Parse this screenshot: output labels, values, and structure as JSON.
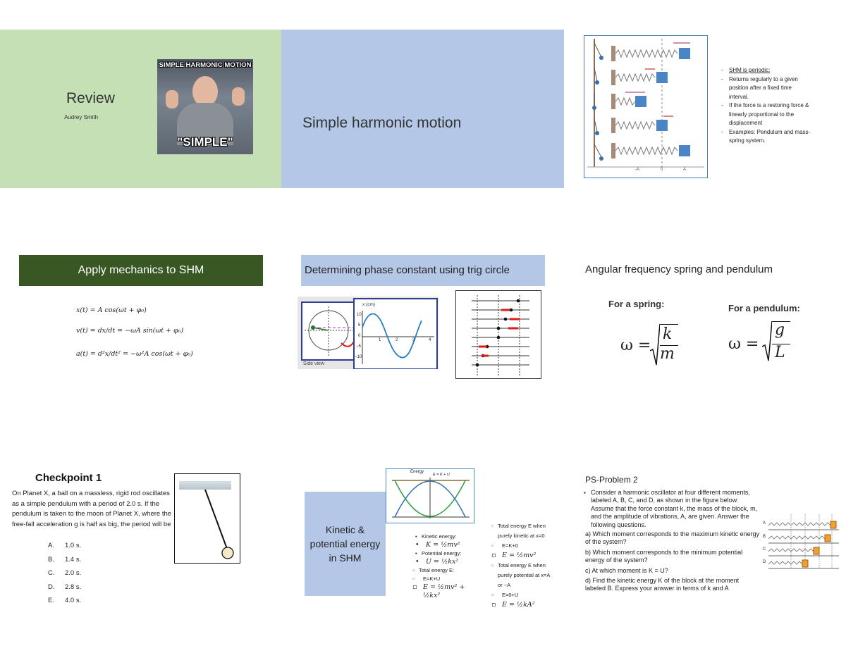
{
  "slide1": {
    "title": "Review",
    "author": "Audrey Smith",
    "meme_top": "SIMPLE HARMONIC MOTION",
    "meme_bottom": "\"SIMPLE\""
  },
  "slide2": {
    "title": "Simple harmonic motion"
  },
  "slide3": {
    "bullets": [
      "SHM is periodic:",
      "Returns regularly to a given position after a fixed time interval.",
      "If the force is a restoring force & linearly proportional to the displacement",
      "Examples: Pendulum and mass-spring system."
    ],
    "axis_ticks": [
      "-A",
      "0",
      "A"
    ]
  },
  "slide4": {
    "title": "Apply mechanics to SHM",
    "eq1": "x(t) = A cos(ωt + φ₀)",
    "eq2": "v(t) = dx/dt = −ωA sin(ωt + φ₀)",
    "eq3": "a(t) = d²x/dt² = −ω²A cos(ωt + φ₀)"
  },
  "slide5": {
    "title": "Determining phase constant using trig circle",
    "side_view": "Side view",
    "xcm": "x (cm)",
    "ticks_y": [
      "10",
      "5",
      "0",
      "−5",
      "−10"
    ],
    "ticks_x": [
      "1",
      "2",
      "3",
      "4"
    ]
  },
  "slide6": {
    "title": "Angular frequency spring and pendulum",
    "spring_label": "For a spring:",
    "pendulum_label": "For a pendulum:",
    "spring_num": "k",
    "spring_den": "m",
    "pendulum_num": "g",
    "pendulum_den": "L"
  },
  "slide7": {
    "title": "Checkpoint 1",
    "question": "On Planet X, a ball on a massless, rigid rod oscillates as a simple pendulum with a period of 2.0 s. If the pendulum is taken to the moon of Planet X, where the free-fall acceleration g is half as big, the period will be",
    "options": [
      {
        "letter": "A.",
        "text": "1.0 s."
      },
      {
        "letter": "B.",
        "text": "1.4 s."
      },
      {
        "letter": "C.",
        "text": "2.0 s."
      },
      {
        "letter": "D.",
        "text": "2.8 s."
      },
      {
        "letter": "E.",
        "text": "4.0 s."
      }
    ]
  },
  "slide8": {
    "title": "Kinetic & potential energy in SHM",
    "left_items": [
      "Kinetic energy:",
      "K = ½mv²",
      "Potential energy:",
      "U = ½kx²",
      "Total energy E:",
      "E=K+U",
      "E = ½mv² + ½kx²"
    ],
    "right_items": [
      "Total energy E when purely kinetic at x=0",
      "E=K+0",
      "E = ½mv²",
      "Total energy E when purely potential at x=A or −A",
      "E=0+U",
      "E = ½kA²"
    ],
    "chart_energy": "Energy",
    "chart_e": "E = K + U"
  },
  "slide9": {
    "title": "PS-Problem 2",
    "intro": "Consider a harmonic oscillator at four different moments, labeled A, B, C, and D, as shown in the figure below. Assume that the force constant k, the mass of the block, m, and the amplitude of vibrations, A, are given. Answer the following questions.",
    "qa": "a) Which moment corresponds to the maximum kinetic energy of the system?",
    "qb": "b) Which moment corresponds to the minimum potential energy of the system?",
    "qc": "c) At which moment is K = U?",
    "qd": "d) Find the kinetic energy K of the block at the moment labeled B. Express your answer in terms of k and A",
    "fig_labels": [
      "A",
      "B",
      "C",
      "D"
    ]
  },
  "colors": {
    "green_slide": "#c5e0b4",
    "blue_slide": "#b4c7e7",
    "dark_green": "#385723",
    "block_blue": "#4a86c5"
  }
}
